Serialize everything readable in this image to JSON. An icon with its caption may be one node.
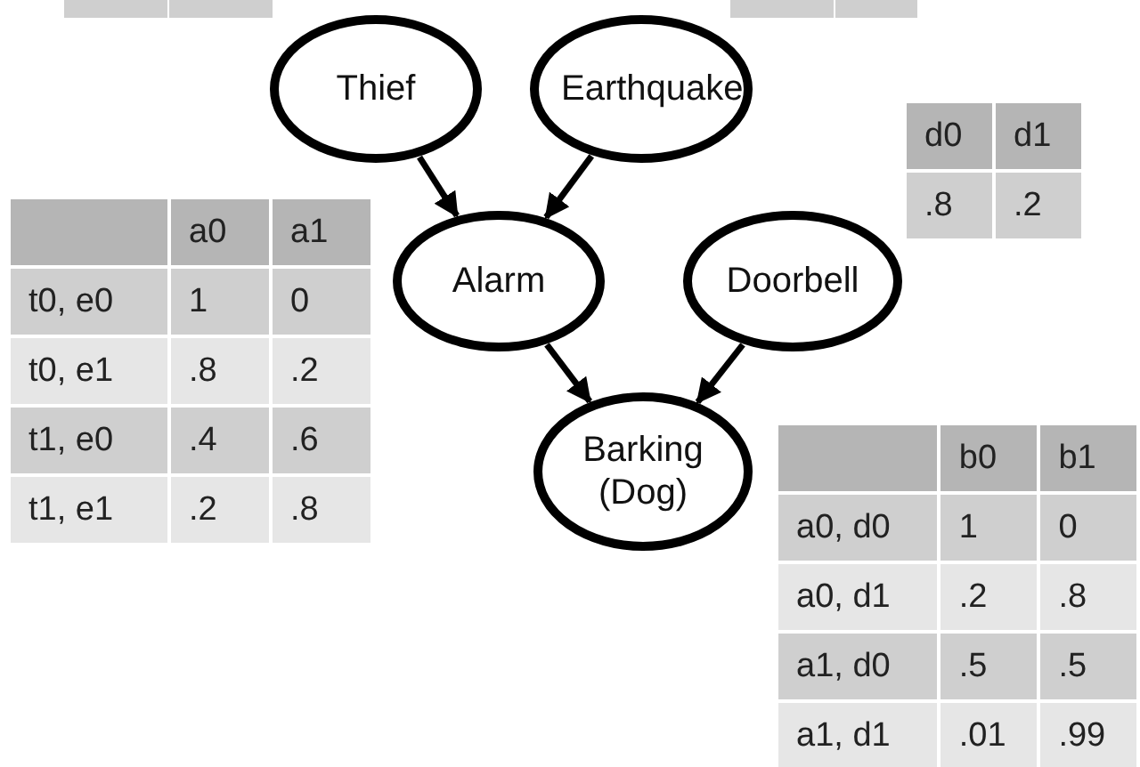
{
  "diagram": {
    "nodes": [
      {
        "text": [
          "Thief"
        ]
      },
      {
        "text": [
          "Earthquake"
        ]
      },
      {
        "text": [
          "Alarm"
        ]
      },
      {
        "text": [
          "Doorbell"
        ]
      },
      {
        "text": [
          "Barking (Dog)"
        ]
      }
    ],
    "edges": [
      {
        "from": 0,
        "to": 2,
        "arrow": "to"
      },
      {
        "from": 1,
        "to": 2,
        "arrow": "to"
      },
      {
        "from": 2,
        "to": 4,
        "arrow": "to"
      },
      {
        "from": 3,
        "to": 4,
        "arrow": "to"
      }
    ],
    "labels": [
      "d0",
      "d1",
      ".8",
      ".2",
      "a0",
      "a1",
      "t0, e0",
      "1",
      "0",
      "t0, e1",
      ".8",
      ".2",
      "t1, e0",
      ".4",
      ".6",
      "t1, e1",
      ".2",
      ".8",
      "b0",
      "b1",
      "a0, d0",
      "1",
      "0",
      "a0, d1",
      ".2",
      ".8",
      "a1, d0",
      ".5",
      ".5",
      "a1, d1",
      ".01",
      ".99"
    ]
  }
}
